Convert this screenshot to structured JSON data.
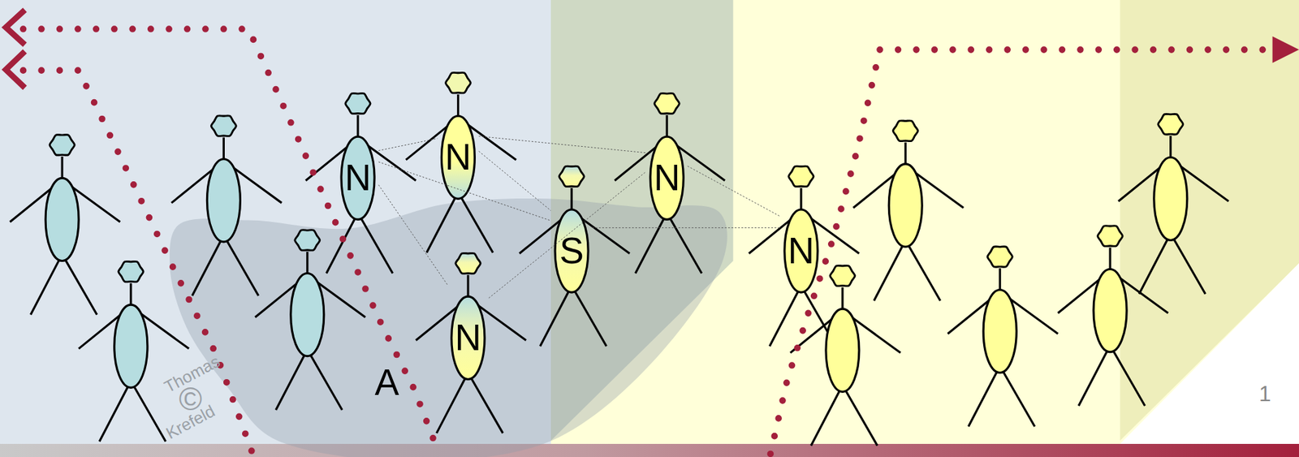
{
  "diagram": {
    "nodes": [
      {
        "text": [
          "A"
        ]
      },
      {
        "text": [
          "N"
        ]
      },
      {
        "text": [
          "N"
        ]
      },
      {
        "text": [
          "N"
        ],
        "in": 0
      },
      {
        "text": [
          "S"
        ],
        "in": 0
      },
      {
        "text": [
          "N"
        ]
      },
      {
        "text": [
          "N"
        ]
      }
    ],
    "edges": [
      {
        "from": 1,
        "to": 2,
        "arrow": "none"
      },
      {
        "from": 1,
        "to": 4,
        "arrow": "none"
      },
      {
        "from": 1,
        "to": 3,
        "arrow": "none"
      },
      {
        "from": 2,
        "to": 4,
        "arrow": "none"
      },
      {
        "from": 2,
        "to": 5,
        "arrow": "none"
      },
      {
        "from": 5,
        "to": 6,
        "arrow": "none"
      },
      {
        "from": 4,
        "to": 6,
        "arrow": "none"
      },
      {
        "from": 3,
        "to": 5,
        "arrow": "none"
      }
    ],
    "labels": [
      "Thomas",
      "©",
      "Krefeld",
      "1"
    ]
  }
}
